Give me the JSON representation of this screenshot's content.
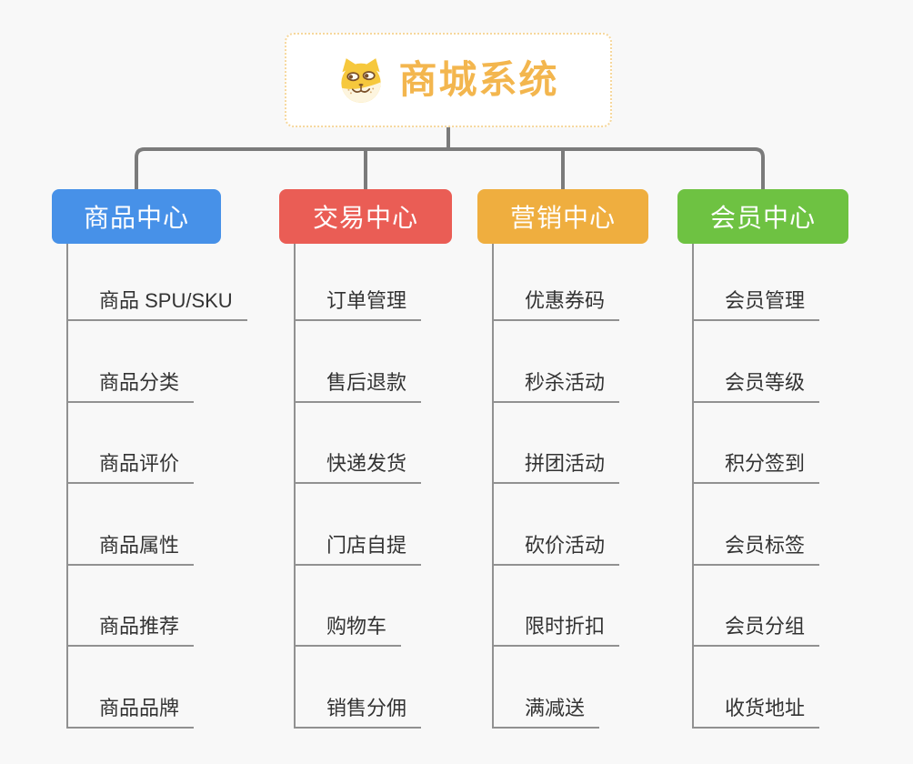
{
  "root": {
    "title": "商城系统",
    "icon": "doge-icon"
  },
  "branches": [
    {
      "label": "商品中心",
      "color": "#4791E8",
      "items": [
        "商品 SPU/SKU",
        "商品分类",
        "商品评价",
        "商品属性",
        "商品推荐",
        "商品品牌"
      ]
    },
    {
      "label": "交易中心",
      "color": "#EA5D55",
      "items": [
        "订单管理",
        "售后退款",
        "快递发货",
        "门店自提",
        "购物车",
        "销售分佣"
      ]
    },
    {
      "label": "营销中心",
      "color": "#EFAE3F",
      "items": [
        "优惠券码",
        "秒杀活动",
        "拼团活动",
        "砍价活动",
        "限时折扣",
        "满减送"
      ]
    },
    {
      "label": "会员中心",
      "color": "#6EC242",
      "items": [
        "会员管理",
        "会员等级",
        "积分签到",
        "会员标签",
        "会员分组",
        "收货地址"
      ]
    }
  ],
  "colors": {
    "background": "#F8F8F8",
    "connector_line": "#7B7B7B",
    "leaf_line": "#919191",
    "leaf_text": "#333333",
    "root_text": "#F3B64E",
    "root_border": "#F6D79C"
  }
}
